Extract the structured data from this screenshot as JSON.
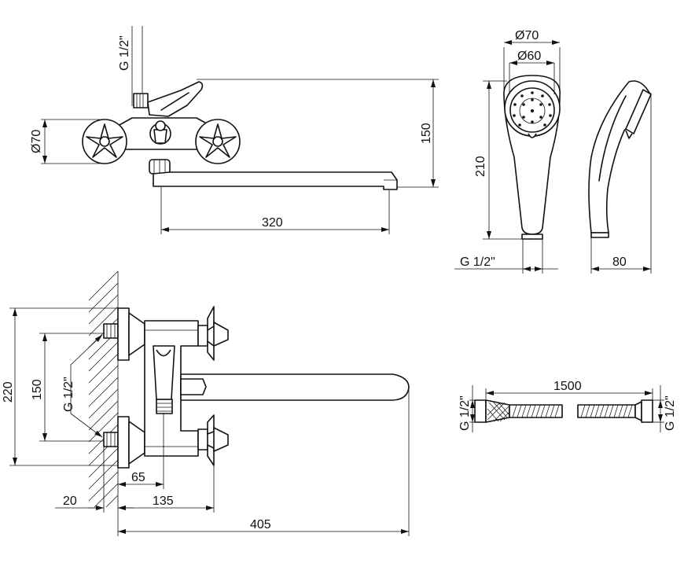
{
  "top_view": {
    "g_half": "G 1/2\"",
    "dia70": "Ø70",
    "h150": "150",
    "w320": "320"
  },
  "shower_head": {
    "d70": "Ø70",
    "d60": "Ø60",
    "h210": "210",
    "g_half": "G 1/2\"",
    "w80": "80"
  },
  "front_view": {
    "h220": "220",
    "h150": "150",
    "g_half": "G 1/2\"",
    "d65": "65",
    "d20": "20",
    "d135": "135",
    "d405": "405"
  },
  "hose": {
    "length": "1500",
    "g_left": "G 1/2\"",
    "g_right": "G 1/2\""
  }
}
